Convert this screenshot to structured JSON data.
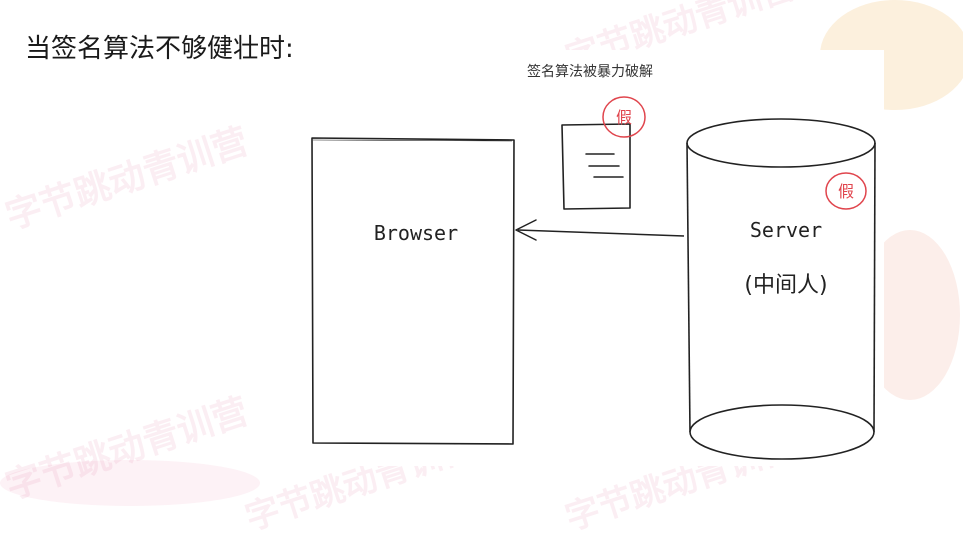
{
  "title": "当签名算法不够健壮时:",
  "diagram": {
    "caption": "签名算法被暴力破解",
    "browser_label": "Browser",
    "server_label": "Server",
    "server_sublabel": "(中间人)",
    "stamp_fake": "假"
  },
  "watermark_text": "字节跳动青训营",
  "colors": {
    "stamp": "#e0454d",
    "ink": "#222222",
    "watermark": "#d65a8c"
  }
}
